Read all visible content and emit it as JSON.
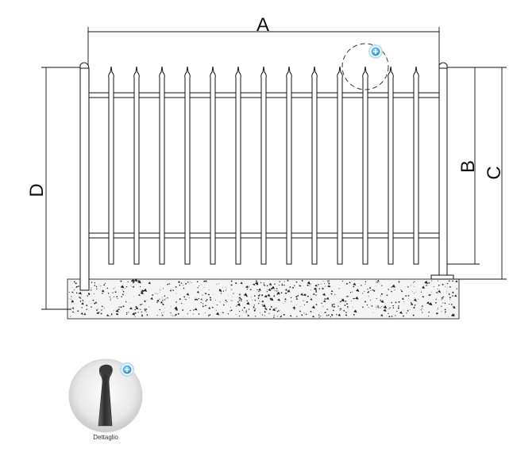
{
  "dimensions": {
    "a_label": "A",
    "b_label": "B",
    "c_label": "C",
    "d_label": "D"
  },
  "detail": {
    "caption": "Dettaglio"
  },
  "icons": {
    "zoom_top": "zoom-plus-icon",
    "zoom_detail": "zoom-plus-icon"
  },
  "colors": {
    "line": "#111111",
    "badge": "#3aa3d8",
    "badge_ring": "#b9dff2"
  }
}
